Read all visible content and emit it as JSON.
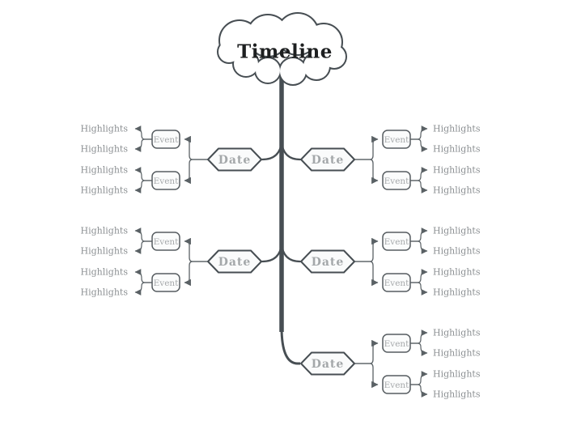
{
  "title": "Timeline",
  "colors": {
    "trunk": "#474e53",
    "connector": "#5a6165",
    "node_border": "#474e53",
    "event_border": "#575d61",
    "node_fill": "#fafbfb",
    "title_text": "#1d1f20",
    "date_text": "#a4a8aa",
    "event_text": "#a6a9ab",
    "highlight_text": "#8c9093"
  },
  "branches": [
    {
      "side": "left",
      "level": 1,
      "date": "Date",
      "events": [
        {
          "label": "Event",
          "highlights": [
            "Highlights",
            "Highlights"
          ]
        },
        {
          "label": "Event",
          "highlights": [
            "Highlights",
            "Highlights"
          ]
        }
      ]
    },
    {
      "side": "right",
      "level": 1,
      "date": "Date",
      "events": [
        {
          "label": "Event",
          "highlights": [
            "Highlights",
            "Highlights"
          ]
        },
        {
          "label": "Event",
          "highlights": [
            "Highlights",
            "Highlights"
          ]
        }
      ]
    },
    {
      "side": "left",
      "level": 2,
      "date": "Date",
      "events": [
        {
          "label": "Event",
          "highlights": [
            "Highlights",
            "Highlights"
          ]
        },
        {
          "label": "Event",
          "highlights": [
            "Highlights",
            "Highlights"
          ]
        }
      ]
    },
    {
      "side": "right",
      "level": 2,
      "date": "Date",
      "events": [
        {
          "label": "Event",
          "highlights": [
            "Highlights",
            "Highlights"
          ]
        },
        {
          "label": "Event",
          "highlights": [
            "Highlights",
            "Highlights"
          ]
        }
      ]
    },
    {
      "side": "right",
      "level": 3,
      "date": "Date",
      "events": [
        {
          "label": "Event",
          "highlights": [
            "Highlights",
            "Highlights"
          ]
        },
        {
          "label": "Event",
          "highlights": [
            "Highlights",
            "Highlights"
          ]
        }
      ]
    }
  ]
}
